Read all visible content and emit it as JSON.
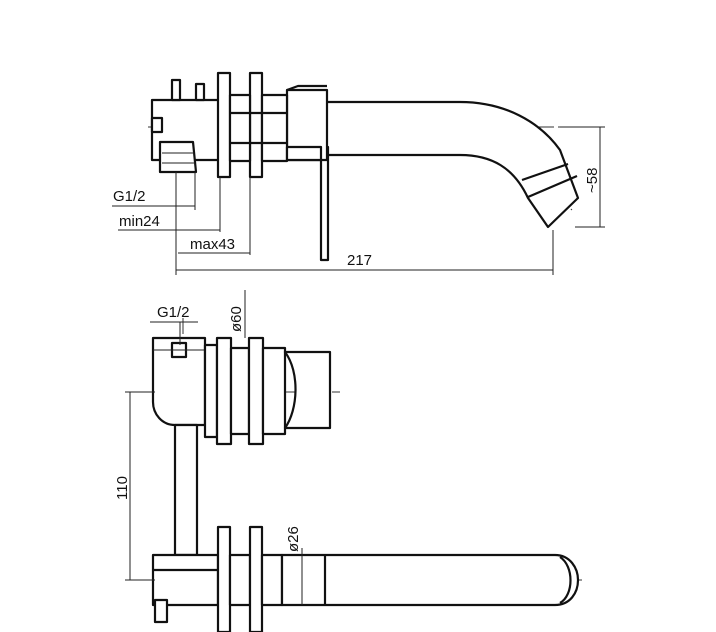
{
  "dimensions": {
    "thread_top": "G1/2",
    "min_depth": "min24",
    "max_depth": "max43",
    "spout_length": "217",
    "spout_height": "~58",
    "thread_bottom": "G1/2",
    "rosette_diameter": "ø60",
    "centre_distance": "110",
    "spout_diameter": "ø26"
  }
}
